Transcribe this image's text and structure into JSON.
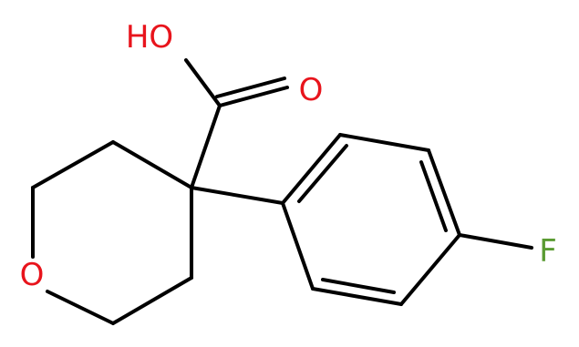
{
  "molecule": {
    "atoms": {
      "hydroxyl": {
        "text": "HO",
        "color": "#e8141c"
      },
      "carbonyl_oxygen": {
        "text": "O",
        "color": "#e8141c"
      },
      "ring_oxygen": {
        "text": "O",
        "color": "#e8141c"
      },
      "fluorine": {
        "text": "F",
        "color": "#5a9b32"
      }
    },
    "bond_color": "#000000"
  }
}
